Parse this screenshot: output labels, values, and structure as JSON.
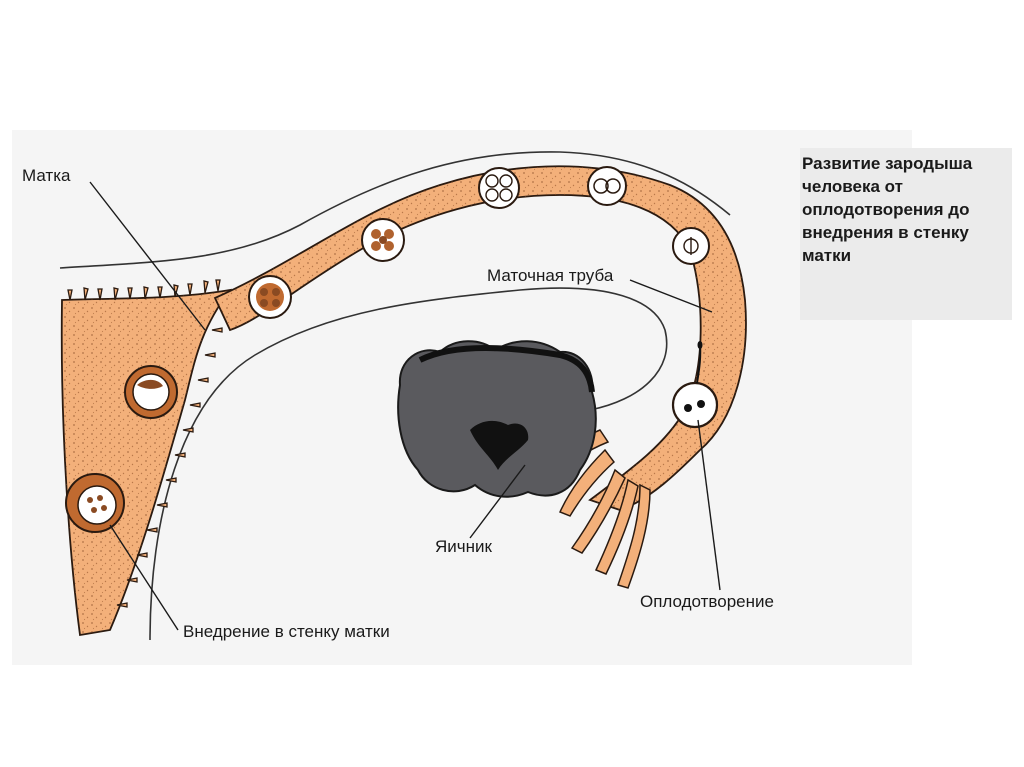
{
  "caption": {
    "lines": [
      "Развитие зародыша",
      "человека от",
      "оплодотворения до",
      "внедрения в стенку",
      "матки"
    ]
  },
  "labels": {
    "uterus": "Матка",
    "tube": "Маточная труба",
    "ovary": "Яичник",
    "fertilization": "Оплодотворение",
    "implantation": "Внедрение в стенку матки"
  },
  "colors": {
    "tissue": "#f3b07a",
    "tissue_light": "#f7c9a0",
    "ovary": "#5a5a5e",
    "outline": "#2a1a10",
    "caption_bg": "#ebebeb",
    "scan_bg": "#f4f4f4"
  }
}
